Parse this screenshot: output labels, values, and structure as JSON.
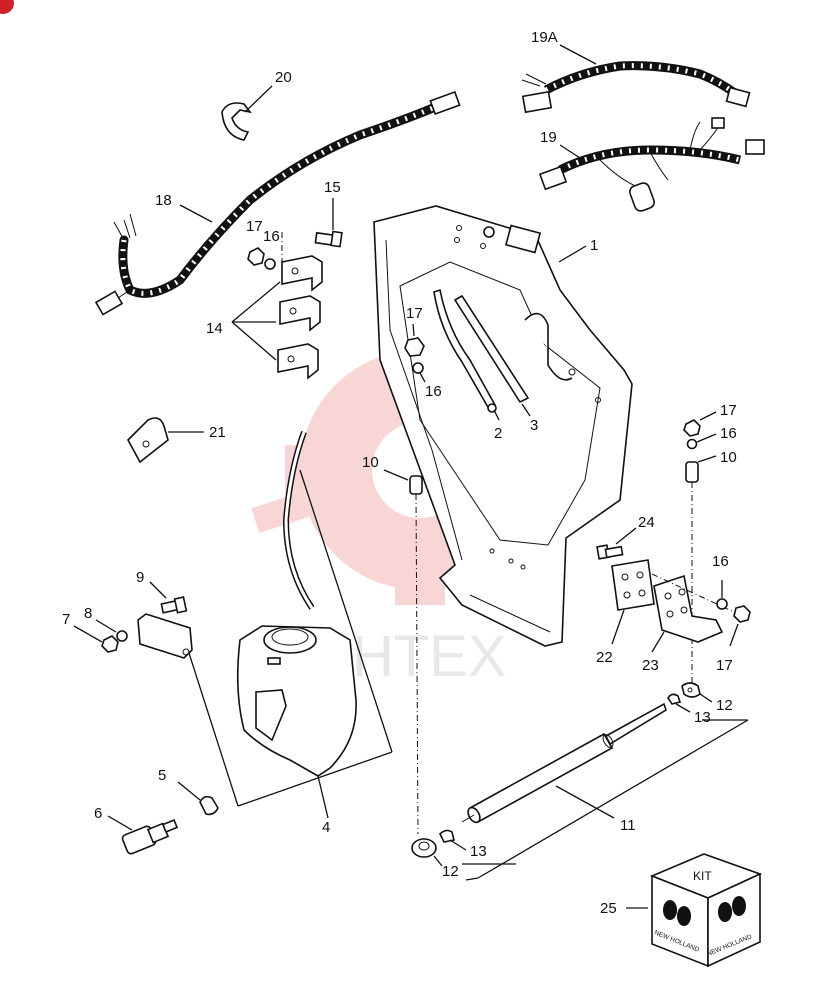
{
  "labels": {
    "p1": "1",
    "p2": "2",
    "p3": "3",
    "p4": "4",
    "p5": "5",
    "p6": "6",
    "p7": "7",
    "p8": "8",
    "p9": "9",
    "p10a": "10",
    "p10b": "10",
    "p11": "11",
    "p12a": "12",
    "p12b": "12",
    "p13a": "13",
    "p13b": "13",
    "p14": "14",
    "p15": "15",
    "p16a": "16",
    "p16b": "16",
    "p16c": "16",
    "p16d": "16",
    "p17a": "17",
    "p17b": "17",
    "p17c": "17",
    "p17d": "17",
    "p18": "18",
    "p19": "19",
    "p19a": "19A",
    "p20": "20",
    "p21": "21",
    "p22": "22",
    "p23": "23",
    "p24": "24",
    "p25": "25"
  },
  "kit": {
    "label": "KIT",
    "brand_left": "NEW HOLLAND",
    "brand_right": "NEW HOLLAND"
  },
  "watermark": {
    "text": "MHTEX",
    "color": "#e84a4a"
  },
  "colors": {
    "ink": "#111111",
    "badge": "#d0202a"
  }
}
